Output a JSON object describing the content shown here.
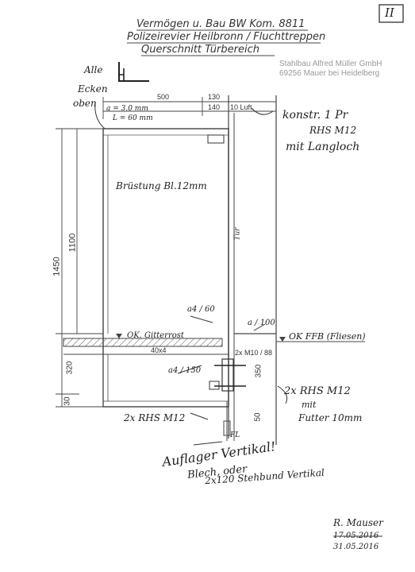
{
  "page_marker": "II",
  "header": {
    "line1": "Vermögen u. Bau BW  Kom. 8811",
    "line2": "Polizeirevier Heilbronn / Fluchttreppen",
    "line3": "Querschnitt Türbereich"
  },
  "stamp": {
    "line1": "Stahlbau Alfred Müller GmbH",
    "line2": "69256 Mauer bei Heidelberg"
  },
  "notes": {
    "alle_ecken": "Alle",
    "alle_ecken_2": "Ecken",
    "alle_ecken_3": "oben",
    "mark_a": "a = 3.0 mm",
    "mark_l": "L = 60 mm",
    "konstr_1": "konstr. 1 Pr",
    "konstr_2": "RHS M12",
    "konstr_3": "mit Langloch",
    "bruestung": "Brüstung Bl.12mm",
    "tuer": "Tür",
    "a4_60_top": "a4 / 60",
    "a4_150": "a4 / 150",
    "a_100": "a / 100",
    "ok_gitterrost": "OK. Gitterrost",
    "ok_ffb": "OK FFB (Fliesen)",
    "flat_40x4": "40x4",
    "rhs_bolt": "2x M10 / 88",
    "rhs_right_1": "2x RHS M12",
    "rhs_right_2": "mit",
    "rhs_right_3": "Futter 10mm",
    "rhs_bottom": "2x RHS M12",
    "fl_mark": "FL",
    "auflager_1": "Auflager Vertikal!",
    "auflager_2": "Blech, oder",
    "auflager_3": "2x120 Stehbund Vertikal"
  },
  "dimensions": {
    "w500": "500",
    "w130": "130",
    "w140": "140",
    "w10luft": "10 Luft",
    "h1450": "1450",
    "h1100": "1100",
    "h320": "320",
    "h30": "30",
    "h350": "350",
    "h50": "50"
  },
  "signature": {
    "name": "R. Mauser",
    "date_crossed": "17.05.2016",
    "date": "31.05.2016"
  }
}
